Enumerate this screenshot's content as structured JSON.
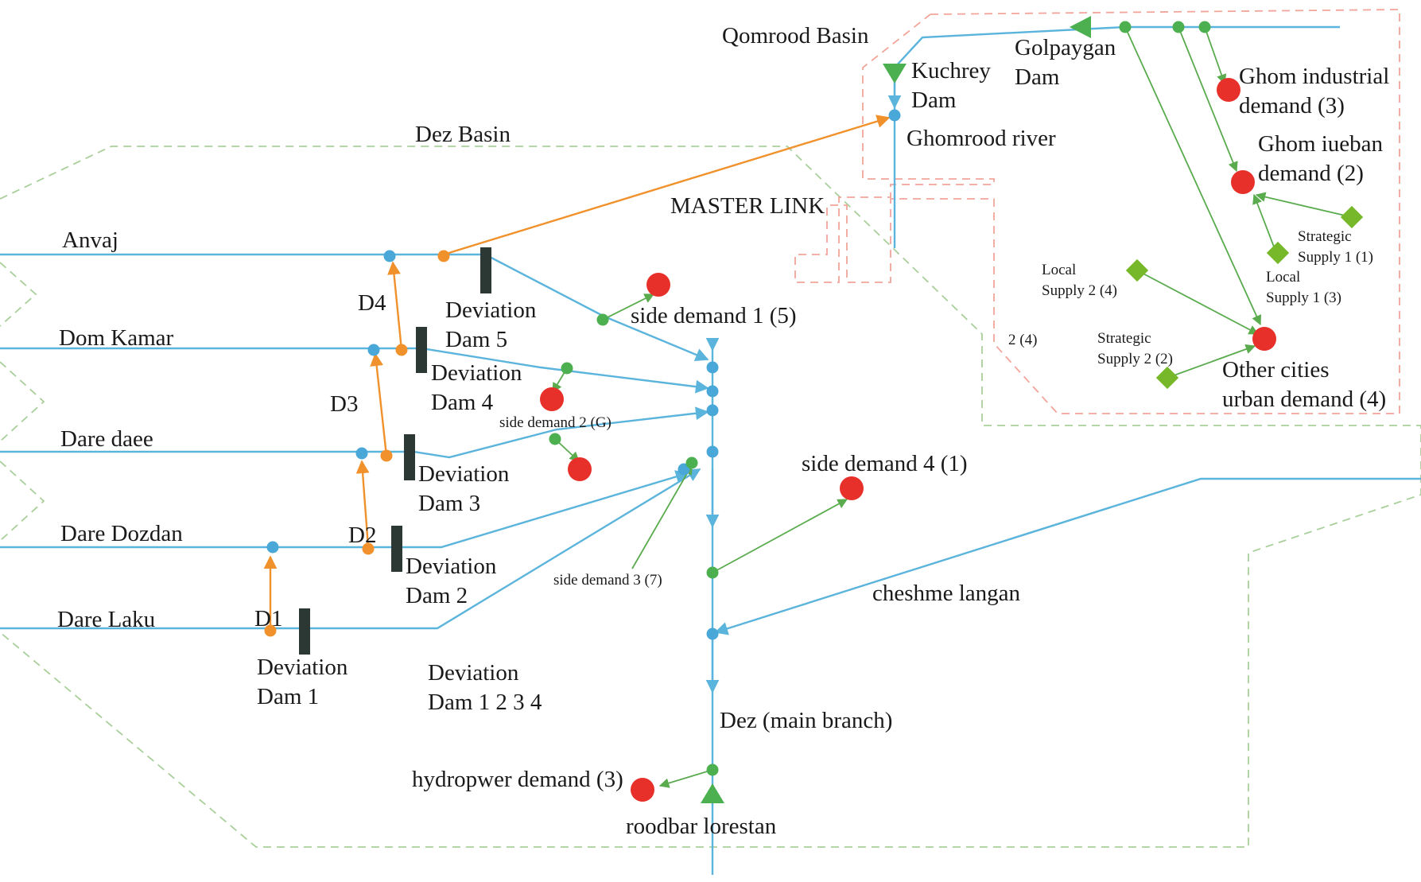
{
  "colors": {
    "river": "#5bb4dc",
    "link": "#f0912c",
    "supply_link": "#5aab4e",
    "river_node": "#4aa8d8",
    "link_node": "#f0912c",
    "supply_node": "#4caf50",
    "demand": "#e8302a",
    "local_supply": "#76b82a",
    "dam_bar": "#2b3833",
    "reservoir": "#4caf50",
    "dez_boundary": "#a9cf9a",
    "qomrood_boundary": "#f2a59a"
  },
  "basins": {
    "dez": "Dez Basin",
    "qomrood": "Qomrood Basin",
    "master_link": "MASTER LINK"
  },
  "rivers": {
    "anvaj": "Anvaj",
    "dom_kamar": "Dom Kamar",
    "dare_daee": "Dare daee",
    "dare_dozdan": "Dare Dozdan",
    "dare_laku": "Dare Laku",
    "cheshme_langan": "cheshme langan",
    "dez_main": "Dez (main branch)",
    "ghomrood": "Ghomrood river"
  },
  "diversions": {
    "d1": "D1",
    "d2": "D2",
    "d3": "D3",
    "d4": "D4"
  },
  "dams": {
    "dam1": [
      "Deviation",
      "Dam 1"
    ],
    "dam2": [
      "Deviation",
      "Dam 2"
    ],
    "dam3": [
      "Deviation",
      "Dam 3"
    ],
    "dam4": [
      "Deviation",
      "Dam 4"
    ],
    "dam5": [
      "Deviation",
      "Dam 5"
    ],
    "dam1234": [
      "Deviation",
      "Dam 1 2 3 4"
    ],
    "kuchrey": [
      "Kuchrey",
      "Dam"
    ],
    "golpaygan": [
      "Golpaygan",
      "Dam"
    ],
    "roodbar": "roodbar lorestan"
  },
  "demands": {
    "side1": "side demand 1 (5)",
    "side2": "side demand 2 (G)",
    "side3": "side demand 3 (7)",
    "side4": "side demand 4 (1)",
    "hydro": "hydropwer demand (3)",
    "ghom_industrial": [
      "Ghom industrial",
      "demand (3)"
    ],
    "ghom_urban": [
      "Ghom iueban",
      "demand (2)"
    ],
    "other_cities": [
      "Other cities",
      "urban demand (4)"
    ]
  },
  "supplies": {
    "strategic1": [
      "Strategic",
      "Supply 1 (1)"
    ],
    "local1": [
      "Local",
      "Supply 1 (3)"
    ],
    "local2": [
      "Local",
      "Supply 2 (4)"
    ],
    "strategic2": [
      "Strategic",
      "Supply 2 (2)"
    ],
    "stray": "2 (4)"
  }
}
